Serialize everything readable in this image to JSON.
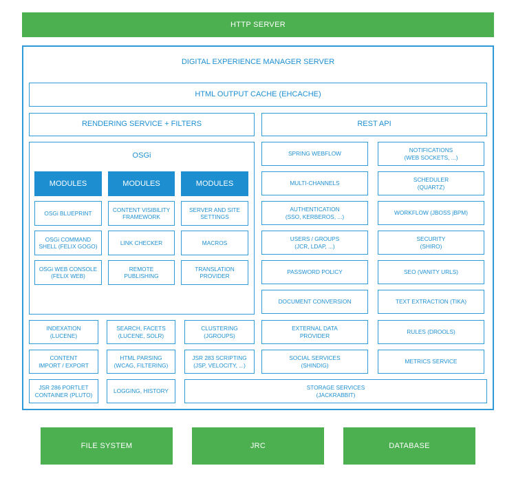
{
  "http_server": "HTTP SERVER",
  "dxm": {
    "title": "DIGITAL EXPERIENCE MANAGER SERVER",
    "html_cache": "HTML OUTPUT CACHE (EHCACHE)",
    "rendering": "RENDERING SERVICE + FILTERS",
    "rest_api": "REST API"
  },
  "osgi": {
    "title": "OSGi",
    "modules": [
      "MODULES",
      "MODULES",
      "MODULES"
    ],
    "items": [
      "OSGi BLUEPRINT",
      "CONTENT VISIBILITY\nFRAMEWORK",
      "SERVER AND SITE\nSETTINGS",
      "OSGi COMMAND\nSHELL (FELIX GOGO)",
      "LINK CHECKER",
      "MACROS",
      "OSGi WEB CONSOLE\n(FELIX WEB)",
      "REMOTE\nPUBLISHING",
      "TRANSLATION\nPROVIDER"
    ]
  },
  "left_bottom": [
    "INDEXATION\n(LUCENE)",
    "SEARCH, FACETS\n(LUCENE, SOLR)",
    "CLUSTERING\n(JGROUPS)",
    "CONTENT\nIMPORT / EXPORT",
    "HTML PARSING\n(WCAG, FILTERING)",
    "JSR 283 SCRIPTING\n(JSP, VELOCITY, ...)",
    "JSR 286 PORTLET\nCONTAINER (PLUTO)",
    "LOGGING, HISTORY"
  ],
  "storage": "STORAGE SERVICES\n(JACKRABBIT)",
  "right": [
    "SPRING WEBFLOW",
    "NOTIFICATIONS\n(WEB SOCKETS, ...)",
    "MULTI-CHANNELS",
    "SCHEDULER\n(QUARTZ)",
    "AUTHENTICATION\n(SSO, KERBEROS, ...)",
    "WORKFLOW (JBOSS jBPM)",
    "USERS / GROUPS\n(JCR, LDAP, ...)",
    "SECURITY\n(SHIRO)",
    "PASSWORD POLICY",
    "SEO (VANITY URLS)",
    "DOCUMENT CONVERSION",
    "TEXT EXTRACTION (TIKA)",
    "EXTERNAL DATA\nPROVIDER",
    "RULES (DROOLS)",
    "SOCIAL SERVICES\n(SHINDIG)",
    "METRICS SERVICE"
  ],
  "bottom": [
    "FILE SYSTEM",
    "JRC",
    "DATABASE"
  ]
}
